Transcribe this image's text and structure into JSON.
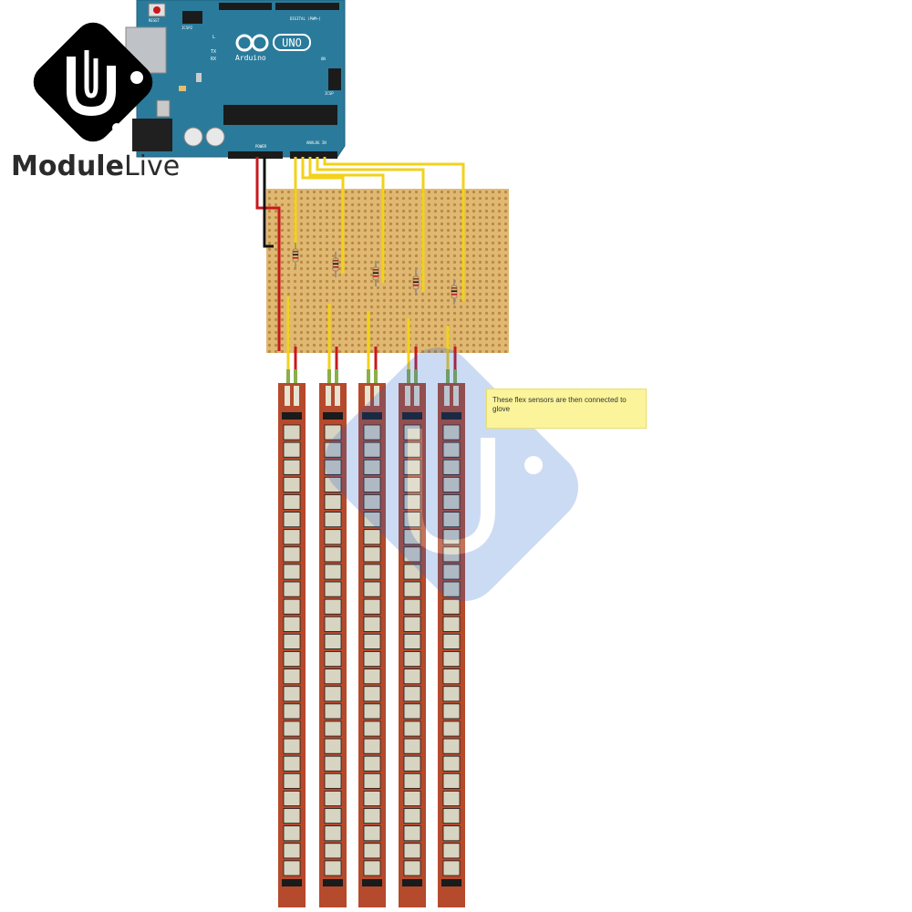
{
  "brand": {
    "name_part1": "Module",
    "name_part2": "Live",
    "logo_bg": "#000000",
    "watermark_color": "#1e5fcf"
  },
  "arduino": {
    "board_label": "Arduino",
    "model_label": "UNO",
    "reset_label": "RESET",
    "icsp_label": "ICSP2",
    "icsp1_label": "ICSP",
    "digital_label": "DIGITAL (PWM~)",
    "power_label": "POWER",
    "analog_label": "ANALOG IN",
    "led_labels": [
      "L",
      "TX",
      "RX"
    ],
    "on_label": "ON",
    "board_color": "#2a7b9b"
  },
  "annotation": {
    "text": "These flex sensors are then connected to glove"
  },
  "components": {
    "resistor_count": 5,
    "flex_sensor_count": 5,
    "stripboard_color": "#e0b872",
    "wire_colors": {
      "signal": "#f2d21a",
      "power": "#c8181e",
      "ground": "#111111"
    },
    "sensor_color": "#b54a2c",
    "sensor_segments": 26
  }
}
